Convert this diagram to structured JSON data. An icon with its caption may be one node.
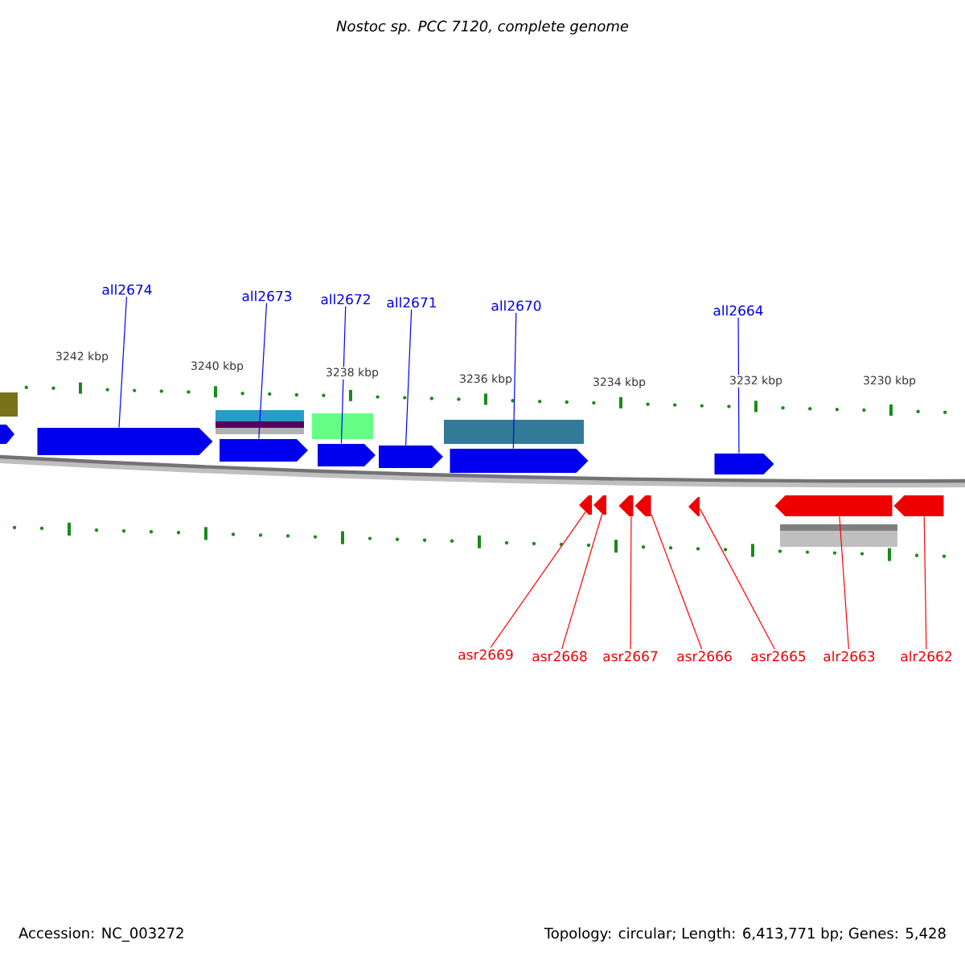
{
  "diagram": {
    "title": "Nostoc sp. PCC 7120, complete genome",
    "nodes": [
      {
        "text": [
          "all2674"
        ]
      },
      {
        "text": [
          "all2673"
        ]
      },
      {
        "text": [
          "all2672"
        ]
      },
      {
        "text": [
          "all2671"
        ]
      },
      {
        "text": [
          "all2670"
        ]
      },
      {
        "text": [
          "all2664"
        ]
      },
      {
        "text": [],
        "shape": "arrow"
      },
      {
        "text": [],
        "shape": "arrow"
      },
      {
        "text": [],
        "shape": "arrow"
      },
      {
        "text": [],
        "shape": "arrow"
      },
      {
        "text": [],
        "shape": "arrow"
      },
      {
        "text": [],
        "shape": "arrow"
      },
      {
        "text": [
          "asr2669"
        ]
      },
      {
        "text": [
          "asr2668"
        ]
      },
      {
        "text": [
          "asr2667"
        ]
      },
      {
        "text": [
          "asr2666"
        ]
      },
      {
        "text": [
          "asr2665"
        ]
      },
      {
        "text": [
          "alr2663"
        ]
      },
      {
        "text": [
          "alr2662"
        ]
      },
      {
        "text": [],
        "shape": "arrow"
      },
      {
        "text": [],
        "shape": "arrow"
      },
      {
        "text": [],
        "shape": "arrow"
      },
      {
        "text": [],
        "shape": "arrow"
      },
      {
        "text": [],
        "shape": "arrow"
      },
      {
        "text": [],
        "shape": "arrow"
      },
      {
        "text": [],
        "shape": "arrow"
      }
    ],
    "edges": [
      {
        "from": 0,
        "to": 6,
        "arrow": "none",
        "color": "#0000ff"
      },
      {
        "from": 1,
        "to": 7,
        "arrow": "none",
        "color": "#0000ff"
      },
      {
        "from": 2,
        "to": 8,
        "arrow": "none",
        "color": "#0000ff"
      },
      {
        "from": 3,
        "to": 9,
        "arrow": "none",
        "color": "#0000ff"
      },
      {
        "from": 4,
        "to": 10,
        "arrow": "none",
        "color": "#0000ff"
      },
      {
        "from": 5,
        "to": 11,
        "arrow": "none",
        "color": "#0000ff"
      },
      {
        "from": 12,
        "to": 19,
        "arrow": "none",
        "color": "#ff0000"
      },
      {
        "from": 13,
        "to": 20,
        "arrow": "none",
        "color": "#ff0000"
      },
      {
        "from": 14,
        "to": 21,
        "arrow": "none",
        "color": "#ff0000"
      },
      {
        "from": 15,
        "to": 22,
        "arrow": "none",
        "color": "#ff0000"
      },
      {
        "from": 16,
        "to": 23,
        "arrow": "none",
        "color": "#ff0000"
      },
      {
        "from": 17,
        "to": 24,
        "arrow": "none",
        "color": "#ff0000"
      },
      {
        "from": 18,
        "to": 25,
        "arrow": "none",
        "color": "#ff0000"
      }
    ],
    "labels": [
      "3242 kbp",
      "3240 kbp",
      "3238 kbp",
      "3236 kbp",
      "3234 kbp",
      "3232 kbp",
      "3230 kbp",
      "Accession: NC_003272",
      "Topology: circular; Length: 6,413,771 bp; Genes: 5,428"
    ]
  }
}
